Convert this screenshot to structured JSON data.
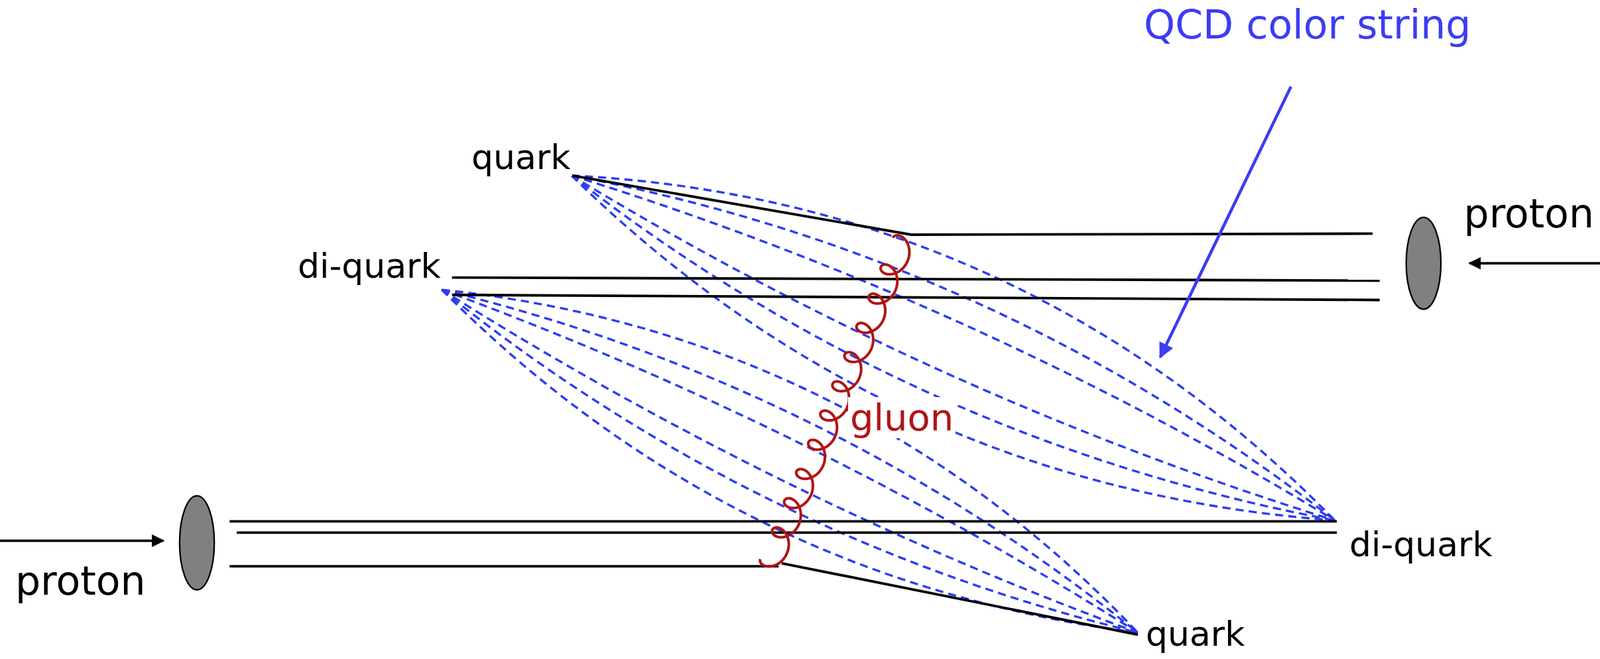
{
  "diagram": {
    "labels": [
      "QCD color string",
      "quark",
      "proton",
      "di-quark",
      "gluon",
      "proton",
      "di-quark",
      "quark"
    ]
  }
}
